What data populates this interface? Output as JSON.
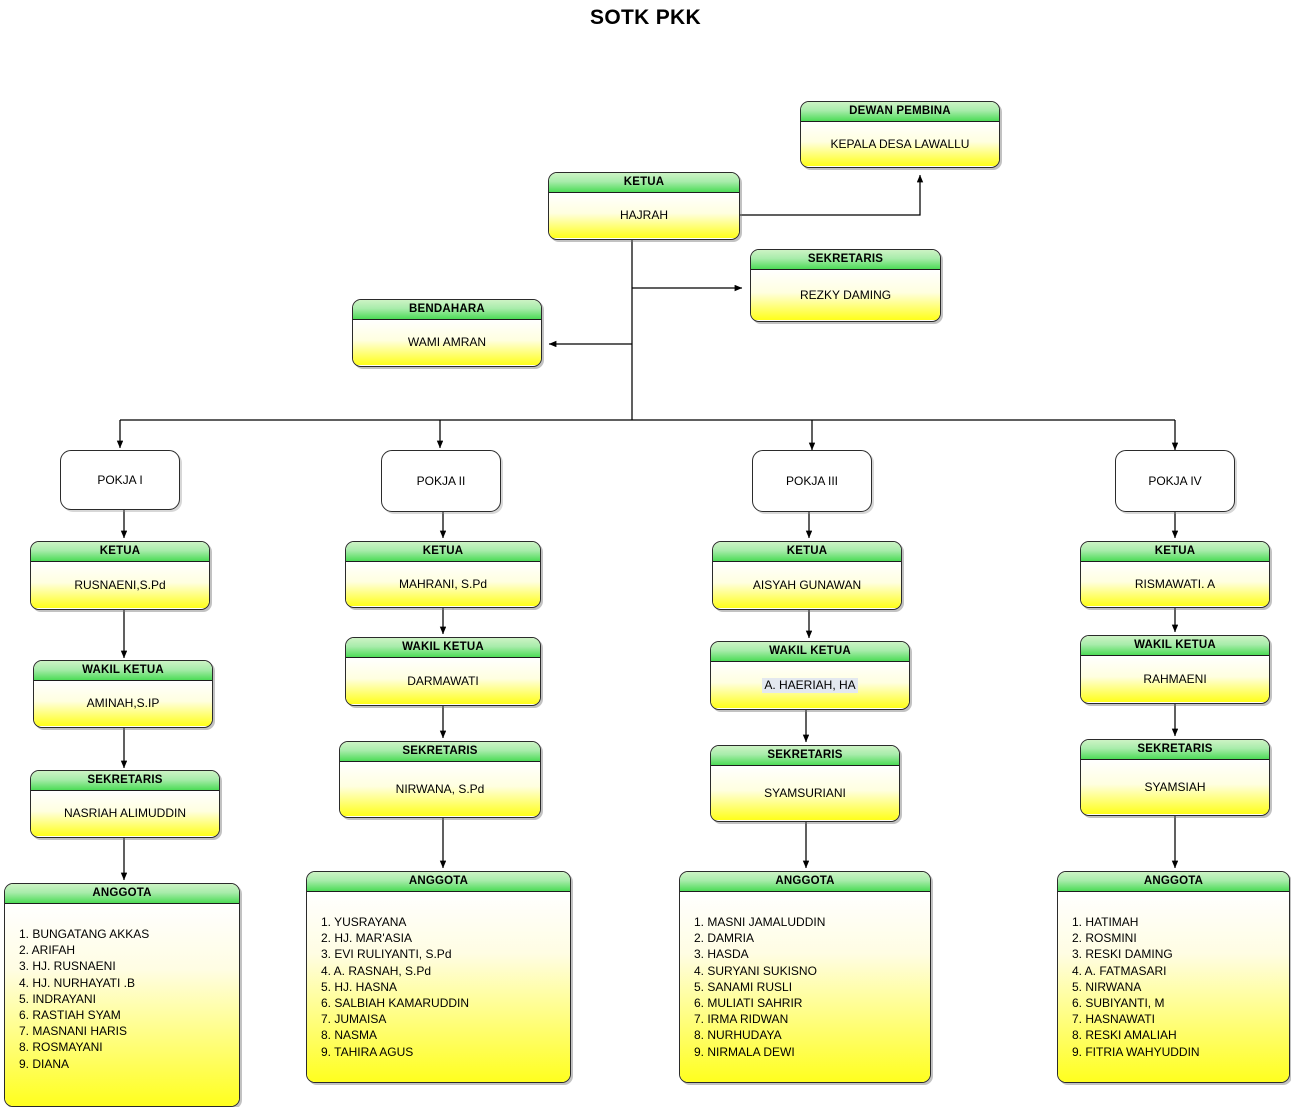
{
  "title": "SOTK PKK",
  "labels": {
    "ketua": "KETUA",
    "wakil_ketua": "WAKIL KETUA",
    "sekretaris": "SEKRETARIS",
    "bendahara": "BENDAHARA",
    "dewan_pembina": "DEWAN PEMBINA",
    "anggota": "ANGGOTA"
  },
  "colors": {
    "header_green_top": "#cdf3c4",
    "header_green_bottom": "#4ddc57",
    "body_yellow_bottom": "#ffff1a",
    "body_white_top": "#ffffff",
    "outline": "#2b2b2b"
  },
  "top": {
    "dewan_pembina": {
      "header": "DEWAN PEMBINA",
      "name": "KEPALA DESA LAWALLU"
    },
    "ketua": {
      "header": "KETUA",
      "name": "HAJRAH"
    },
    "sekretaris": {
      "header": "SEKRETARIS",
      "name": "REZKY DAMING"
    },
    "bendahara": {
      "header": "BENDAHARA",
      "name": "WAMI AMRAN"
    }
  },
  "pokja": [
    {
      "title": "POKJA I",
      "ketua": {
        "header": "KETUA",
        "name": "RUSNAENI,S.Pd"
      },
      "wakil": {
        "header": "WAKIL KETUA",
        "name": "AMINAH,S.IP"
      },
      "sekretaris": {
        "header": "SEKRETARIS",
        "name": "NASRIAH ALIMUDDIN"
      },
      "anggota": {
        "header": "ANGGOTA",
        "members": [
          "1. BUNGATANG AKKAS",
          "2. ARIFAH",
          "3. HJ. RUSNAENI",
          "4. HJ. NURHAYATI .B",
          "5. INDRAYANI",
          "6. RASTIAH SYAM",
          "7. MASNANI HARIS",
          "8. ROSMAYANI",
          "9. DIANA"
        ]
      }
    },
    {
      "title": "POKJA II",
      "ketua": {
        "header": "KETUA",
        "name": "MAHRANI, S.Pd"
      },
      "wakil": {
        "header": "WAKIL KETUA",
        "name": "DARMAWATI"
      },
      "sekretaris": {
        "header": "SEKRETARIS",
        "name": "NIRWANA, S.Pd"
      },
      "anggota": {
        "header": "ANGGOTA",
        "members": [
          "1. YUSRAYANA",
          "2. HJ. MAR'ASIA",
          "3. EVI RULIYANTI, S.Pd",
          "4. A. RASNAH, S.Pd",
          "5. HJ. HASNA",
          "6. SALBIAH KAMARUDDIN",
          "7. JUMAISA",
          "8. NASMA",
          "9. TAHIRA AGUS"
        ]
      }
    },
    {
      "title": "POKJA III",
      "ketua": {
        "header": "KETUA",
        "name": "AISYAH GUNAWAN"
      },
      "wakil": {
        "header": "WAKIL KETUA",
        "name": "A. HAERIAH, HA"
      },
      "sekretaris": {
        "header": "SEKRETARIS",
        "name": "SYAMSURIANI"
      },
      "anggota": {
        "header": "ANGGOTA",
        "members": [
          "1. MASNI JAMALUDDIN",
          "2. DAMRIA",
          "3. HASDA",
          "4. SURYANI SUKISNO",
          "5. SANAMI RUSLI",
          "6. MULIATI SAHRIR",
          "7. IRMA RIDWAN",
          "8. NURHUDAYA",
          "9. NIRMALA DEWI"
        ]
      }
    },
    {
      "title": "POKJA IV",
      "ketua": {
        "header": "KETUA",
        "name": "RISMAWATI. A"
      },
      "wakil": {
        "header": "WAKIL KETUA",
        "name": "RAHMAENI"
      },
      "sekretaris": {
        "header": "SEKRETARIS",
        "name": "SYAMSIAH"
      },
      "anggota": {
        "header": "ANGGOTA",
        "members": [
          "1. HATIMAH",
          "2. ROSMINI",
          "3. RESKI DAMING",
          "4. A. FATMASARI",
          "5. NIRWANA",
          "6. SUBIYANTI, M",
          "7. HASNAWATI",
          "8. RESKI AMALIAH",
          "9. FITRIA WAHYUDDIN"
        ]
      }
    }
  ]
}
